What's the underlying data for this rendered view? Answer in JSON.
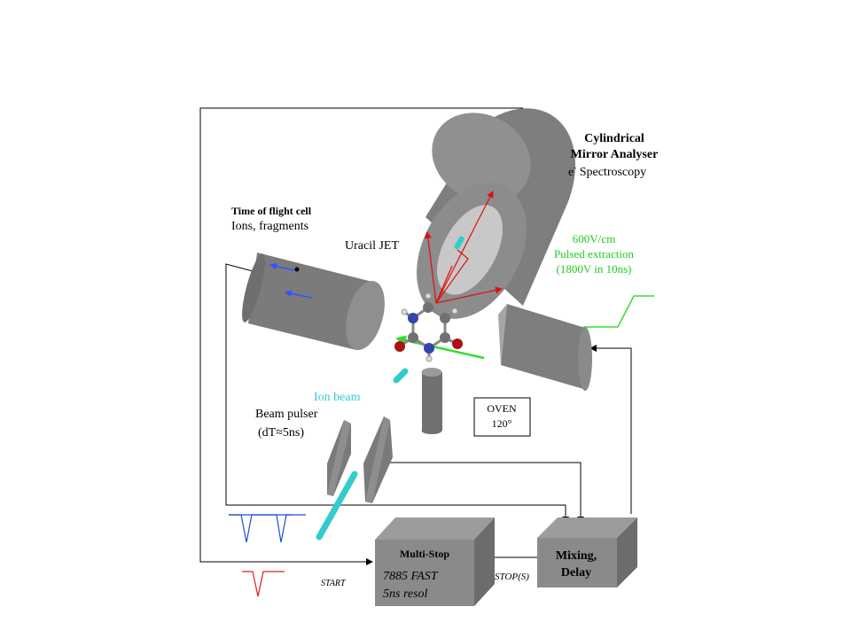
{
  "labels": {
    "cma_line1": "Cylindrical",
    "cma_line2": "Mirror Analyser",
    "cma_line3_e": "e",
    "cma_line3_sup": "-",
    "cma_line3_rest": " Spectroscopy",
    "tof_line1": "Time of flight cell",
    "tof_line2": "Ions, fragments",
    "uracil": "Uracil JET",
    "extract_line1": "600V/cm",
    "extract_line2": "Pulsed extraction",
    "extract_line3": "(1800V in 10ns)",
    "ion_beam": "Ion beam",
    "pulser_line1": "Beam pulser",
    "pulser_line2": "(dT≈5ns)",
    "oven_line1": "OVEN",
    "oven_line2": "120°",
    "multistop_title": "Multi-Stop",
    "multistop_line2": "7885 FAST",
    "multistop_line3": "5ns resol",
    "mixing_line1": "Mixing,",
    "mixing_line2": "Delay",
    "start": "START",
    "stops": "STOP(S)"
  },
  "colors": {
    "metal": "#8a8a8a",
    "metal_dark": "#6e6e6e",
    "metal_light": "#b0b0b0",
    "green_text": "#22cc22",
    "green_line": "#33dd33",
    "cyan": "#33cccc",
    "red_arrow": "#dd1111",
    "blue_arrow": "#3355ff",
    "signal_blue": "#1a4fd6",
    "signal_red": "#d62020"
  }
}
